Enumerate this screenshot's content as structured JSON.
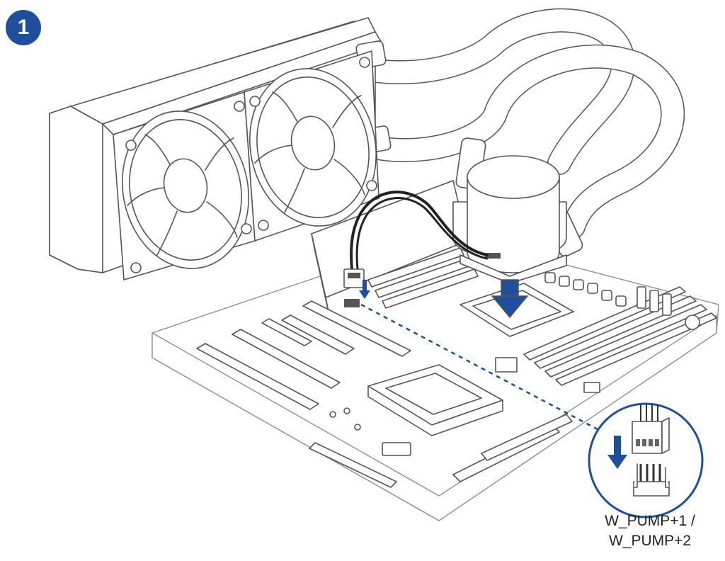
{
  "step": {
    "number": "1"
  },
  "header_label": {
    "line1": "W_PUMP+1 /",
    "line2": "W_PUMP+2"
  },
  "colors": {
    "accent": "#1f4e9c",
    "line": "#555555",
    "cable": "#222222"
  },
  "icons": [
    "step-number-badge",
    "down-arrow-icon",
    "pin-header-icon",
    "connector-icon"
  ]
}
